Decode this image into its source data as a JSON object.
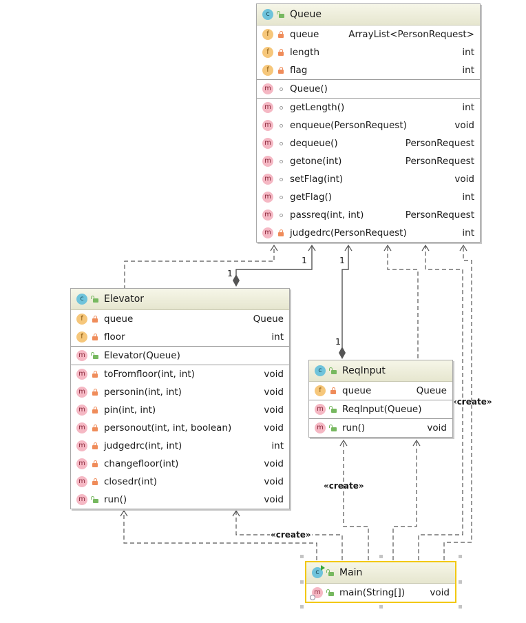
{
  "diagram": {
    "classes": {
      "queue": {
        "name": "Queue",
        "kind": "class",
        "visibility": "public",
        "fields": [
          {
            "name": "queue",
            "type": "ArrayList<PersonRequest>",
            "visibility": "private"
          },
          {
            "name": "length",
            "type": "int",
            "visibility": "private"
          },
          {
            "name": "flag",
            "type": "int",
            "visibility": "private"
          }
        ],
        "constructors": [
          {
            "name": "Queue()",
            "type": "",
            "visibility": "package"
          }
        ],
        "methods": [
          {
            "name": "getLength()",
            "type": "int",
            "visibility": "package"
          },
          {
            "name": "enqueue(PersonRequest)",
            "type": "void",
            "visibility": "package"
          },
          {
            "name": "dequeue()",
            "type": "PersonRequest",
            "visibility": "package"
          },
          {
            "name": "getone(int)",
            "type": "PersonRequest",
            "visibility": "package"
          },
          {
            "name": "setFlag(int)",
            "type": "void",
            "visibility": "package"
          },
          {
            "name": "getFlag()",
            "type": "int",
            "visibility": "package"
          },
          {
            "name": "passreq(int, int)",
            "type": "PersonRequest",
            "visibility": "package"
          },
          {
            "name": "judgedrc(PersonRequest)",
            "type": "int",
            "visibility": "private"
          }
        ]
      },
      "elevator": {
        "name": "Elevator",
        "kind": "class",
        "visibility": "public",
        "fields": [
          {
            "name": "queue",
            "type": "Queue",
            "visibility": "private"
          },
          {
            "name": "floor",
            "type": "int",
            "visibility": "private"
          }
        ],
        "constructors": [
          {
            "name": "Elevator(Queue)",
            "type": "",
            "visibility": "public"
          }
        ],
        "methods": [
          {
            "name": "toFromfloor(int, int)",
            "type": "void",
            "visibility": "private"
          },
          {
            "name": "personin(int, int)",
            "type": "void",
            "visibility": "private"
          },
          {
            "name": "pin(int, int)",
            "type": "void",
            "visibility": "private"
          },
          {
            "name": "personout(int, int, boolean)",
            "type": "void",
            "visibility": "private"
          },
          {
            "name": "judgedrc(int, int)",
            "type": "int",
            "visibility": "private"
          },
          {
            "name": "changefloor(int)",
            "type": "void",
            "visibility": "private"
          },
          {
            "name": "closedr(int)",
            "type": "void",
            "visibility": "private"
          },
          {
            "name": "run()",
            "type": "void",
            "visibility": "public"
          }
        ]
      },
      "reqinput": {
        "name": "ReqInput",
        "kind": "class",
        "visibility": "public",
        "fields": [
          {
            "name": "queue",
            "type": "Queue",
            "visibility": "private"
          }
        ],
        "constructors": [
          {
            "name": "ReqInput(Queue)",
            "type": "",
            "visibility": "public"
          }
        ],
        "methods": [
          {
            "name": "run()",
            "type": "void",
            "visibility": "public"
          }
        ]
      },
      "main": {
        "name": "Main",
        "kind": "runnable-class",
        "visibility": "public",
        "selected": true,
        "fields": [],
        "constructors": [],
        "methods": [
          {
            "name": "main(String[])",
            "type": "void",
            "visibility": "public",
            "static": true
          }
        ]
      }
    },
    "relations": [
      {
        "from": "Elevator",
        "to": "Queue",
        "kind": "composition",
        "multiplicity_source": "1",
        "multiplicity_target": "1"
      },
      {
        "from": "ReqInput",
        "to": "Queue",
        "kind": "composition",
        "multiplicity_source": "1",
        "multiplicity_target": "1"
      },
      {
        "from": "Elevator",
        "to": "Queue",
        "kind": "dependency"
      },
      {
        "from": "ReqInput",
        "to": "Queue",
        "kind": "dependency"
      },
      {
        "from": "Main",
        "to": "Queue",
        "kind": "dependency",
        "label": "«create»"
      },
      {
        "from": "Main",
        "to": "Queue",
        "kind": "dependency"
      },
      {
        "from": "Main",
        "to": "Elevator",
        "kind": "dependency",
        "label": "«create»"
      },
      {
        "from": "Main",
        "to": "Elevator",
        "kind": "dependency"
      },
      {
        "from": "Main",
        "to": "ReqInput",
        "kind": "dependency",
        "label": "«create»"
      },
      {
        "from": "Main",
        "to": "ReqInput",
        "kind": "dependency"
      }
    ],
    "labels": {
      "mult_one": "1",
      "create": "«create»"
    },
    "icons": {
      "class": "c",
      "field": "f",
      "method": "m"
    },
    "colors": {
      "class_badge": "#6fc3db",
      "field_badge": "#f6c77b",
      "method_badge": "#f5b8c4",
      "private_lock": "#ef8c5a",
      "public_lock": "#77b860",
      "selection": "#f2c811",
      "header_bg": "#ecebd6",
      "wire": "#555555"
    }
  }
}
